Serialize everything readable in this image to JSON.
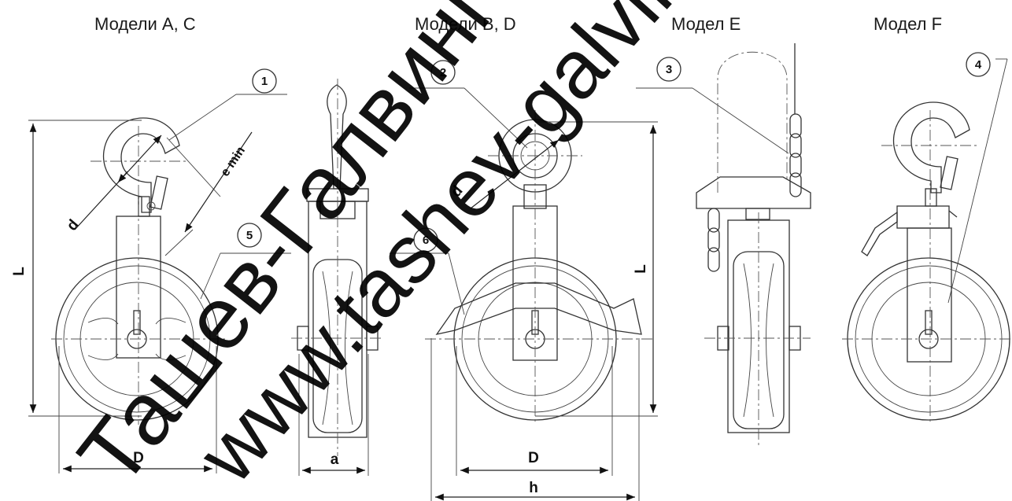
{
  "titles": {
    "model_ac": "Модели A, C",
    "model_bd": "Модели B, D",
    "model_e": "Модел E",
    "model_f": "Модел F"
  },
  "callouts": [
    "1",
    "2",
    "3",
    "4",
    "5",
    "6"
  ],
  "dimensions": {
    "L": "L",
    "D": "D",
    "d": "d",
    "e_min": "e min",
    "a": "a",
    "h": "h"
  },
  "watermarks": {
    "text_1": "Ташев-Галвинг",
    "text_2": "www.tashev-galving"
  }
}
